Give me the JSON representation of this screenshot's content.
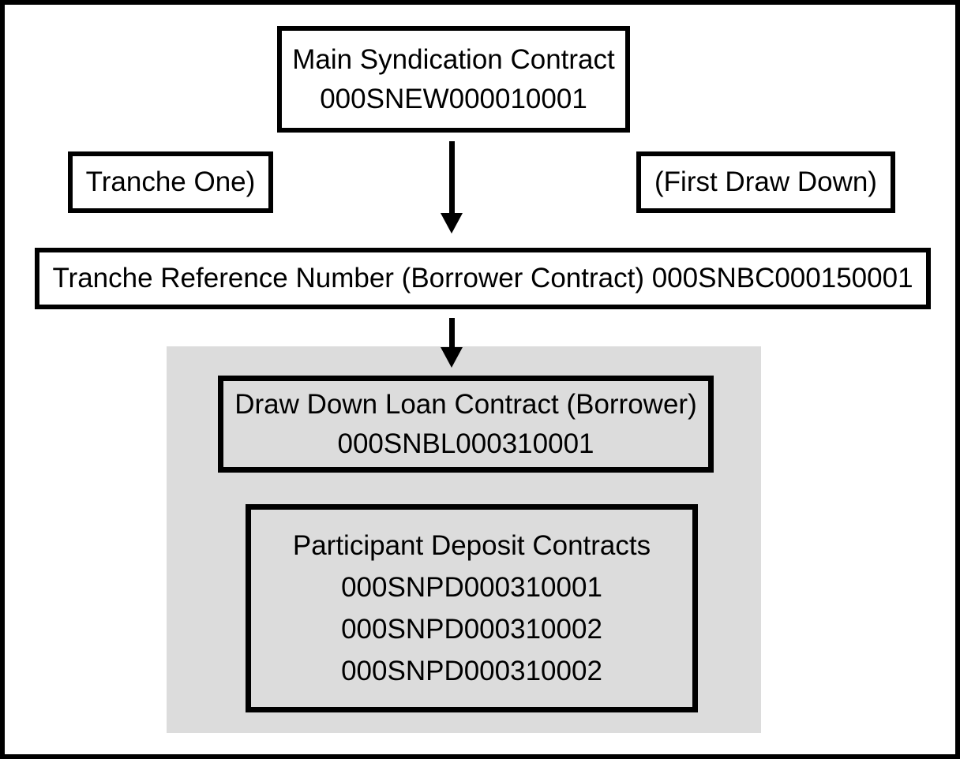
{
  "diagram": {
    "main_contract": {
      "title": "Main Syndication Contract",
      "ref": "000SNEW000010001"
    },
    "tranche_one_label": "Tranche One)",
    "first_draw_down_label": "(First Draw Down)",
    "tranche_reference_label": "Tranche Reference Number (Borrower Contract) 000SNBC000150001",
    "draw_down_loan": {
      "title": "Draw Down Loan Contract (Borrower)",
      "ref": "000SNBL000310001"
    },
    "participant_deposits": {
      "title": "Participant Deposit Contracts",
      "refs": [
        "000SNPD000310001",
        "000SNPD000310002",
        "000SNPD000310002"
      ]
    },
    "colors": {
      "line": "#000000",
      "background": "#ffffff",
      "group_background": "#dcdcdc"
    }
  }
}
